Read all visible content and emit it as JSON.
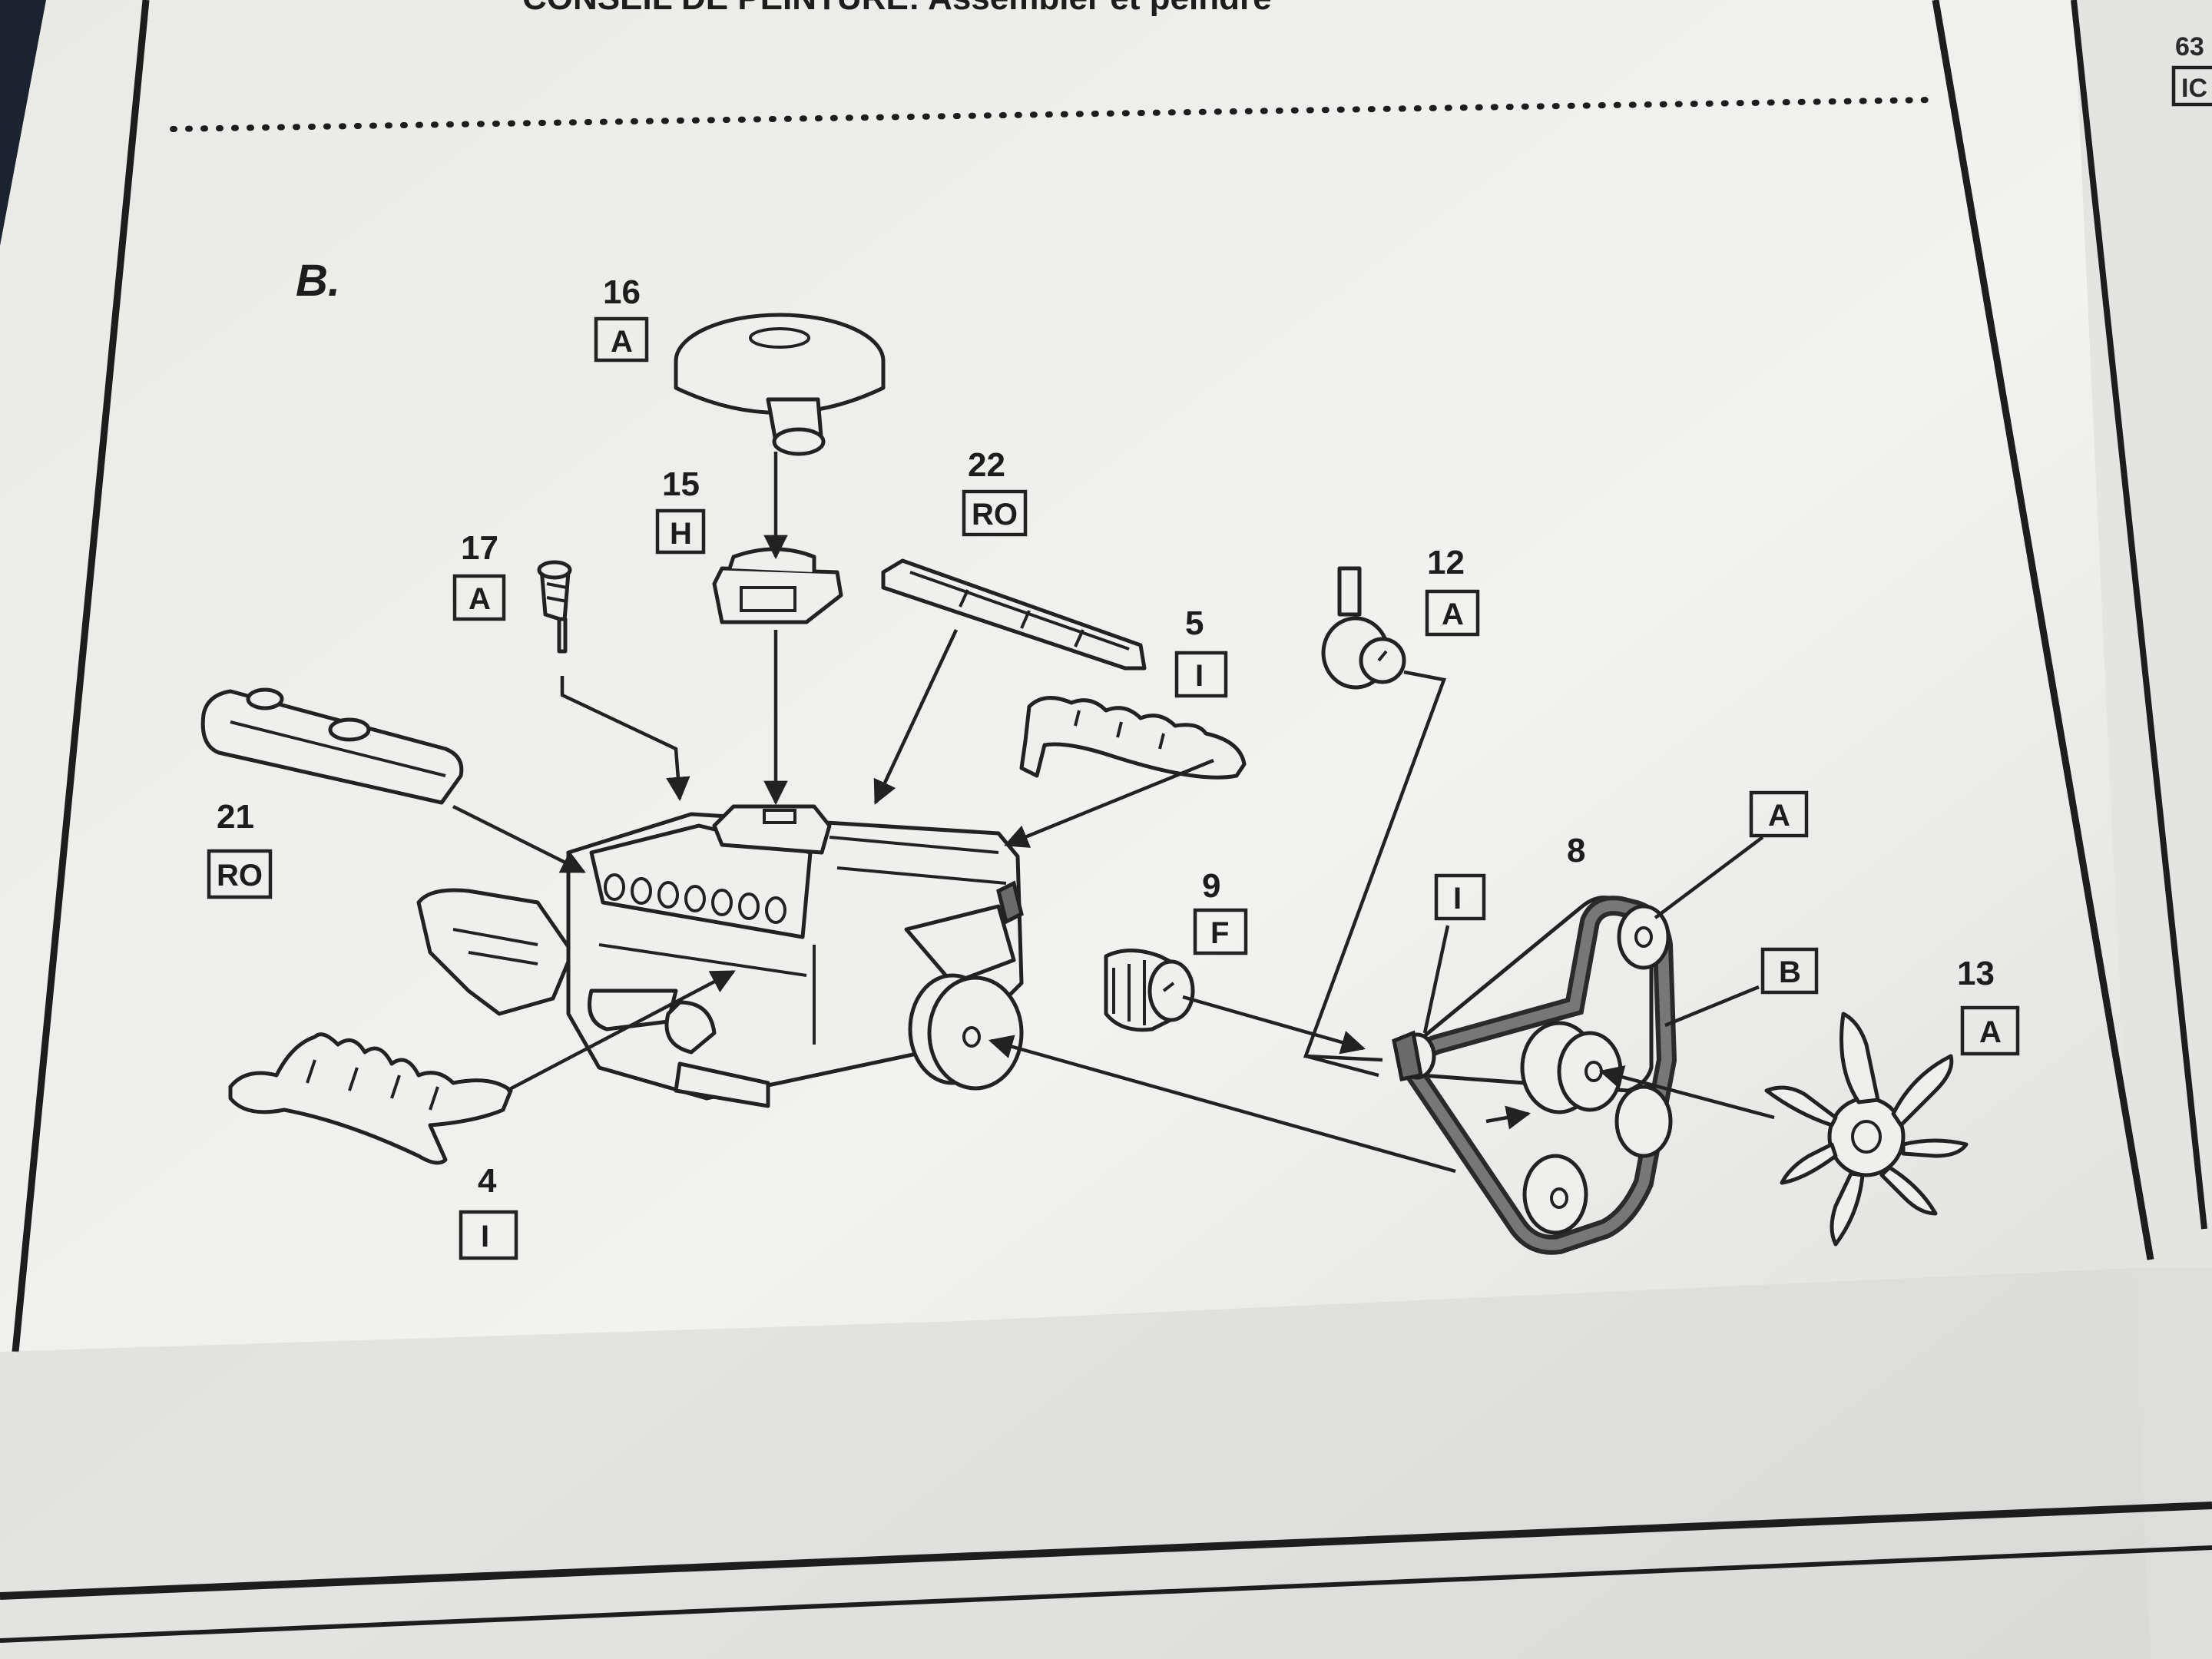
{
  "header": {
    "text": "CONSEIL DE PEINTURE: Assembler et peindre"
  },
  "edge": {
    "part_no": "63",
    "code": "IC"
  },
  "step": {
    "label": "B."
  },
  "callouts": [
    {
      "id": "16",
      "num": "16",
      "code": "A"
    },
    {
      "id": "15",
      "num": "15",
      "code": "H"
    },
    {
      "id": "22",
      "num": "22",
      "code": "RO"
    },
    {
      "id": "17",
      "num": "17",
      "code": "A"
    },
    {
      "id": "5",
      "num": "5",
      "code": "I"
    },
    {
      "id": "12",
      "num": "12",
      "code": "A"
    },
    {
      "id": "21",
      "num": "21",
      "code": "RO"
    },
    {
      "id": "9",
      "num": "9",
      "code": "F"
    },
    {
      "id": "belt_i",
      "num": "",
      "code": "I"
    },
    {
      "id": "8",
      "num": "8",
      "code": ""
    },
    {
      "id": "pulley_a",
      "num": "",
      "code": "A"
    },
    {
      "id": "belt_b",
      "num": "",
      "code": "B"
    },
    {
      "id": "13",
      "num": "13",
      "code": "A"
    },
    {
      "id": "4",
      "num": "4",
      "code": "I"
    }
  ],
  "colors": {
    "paper": "#f1f1ef",
    "ink": "#1d1d1d",
    "background": "#1c2230"
  }
}
